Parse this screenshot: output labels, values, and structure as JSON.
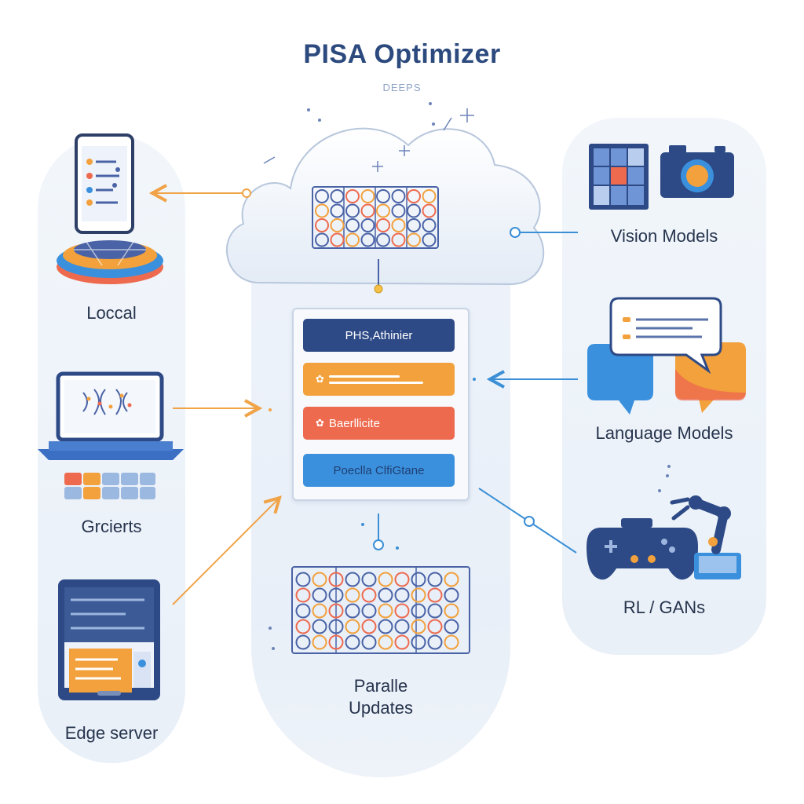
{
  "title": "PISA Optimizer",
  "subtitle": "DEEPS",
  "left_nodes": [
    {
      "label": "Loccal"
    },
    {
      "label": "Grcierts"
    },
    {
      "label": "Edge server"
    }
  ],
  "right_nodes": [
    {
      "label": "Vision Models"
    },
    {
      "label": "Language Models"
    },
    {
      "label": "RL / GANs"
    }
  ],
  "center": {
    "header_label": "PHS,Athinier",
    "row2_label": "",
    "row3_label": "Baerllicite",
    "footer_label": "Poeclla ClfiGtane",
    "bottom_label_line1": "Paralle",
    "bottom_label_line2": "Updates"
  },
  "colors": {
    "navy": "#2d4a86",
    "orange": "#f2a13c",
    "red": "#ee6a4e",
    "blue": "#3b90dd",
    "arrow_orange": "#f0a347",
    "arrow_blue": "#3b8fd6"
  }
}
